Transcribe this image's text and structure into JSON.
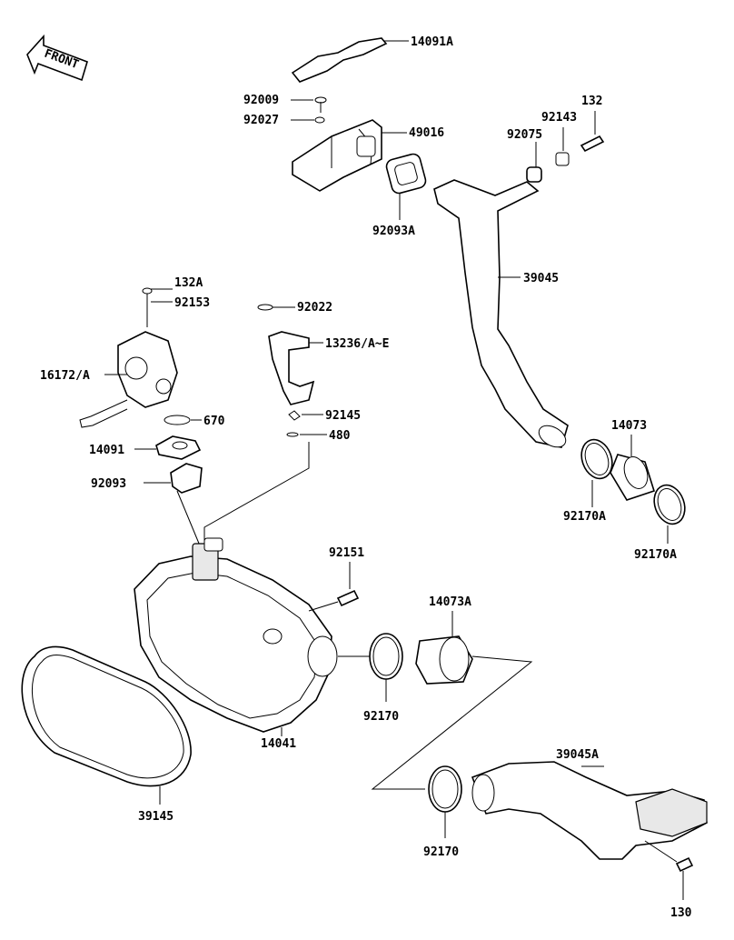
{
  "front_badge": "FRONT",
  "callouts": [
    {
      "id": "14091A",
      "text": "14091A"
    },
    {
      "id": "92009",
      "text": "92009"
    },
    {
      "id": "92027",
      "text": "92027"
    },
    {
      "id": "49016",
      "text": "49016"
    },
    {
      "id": "132",
      "text": "132"
    },
    {
      "id": "92143",
      "text": "92143"
    },
    {
      "id": "92075",
      "text": "92075"
    },
    {
      "id": "92093A",
      "text": "92093A"
    },
    {
      "id": "39045",
      "text": "39045"
    },
    {
      "id": "132A",
      "text": "132A"
    },
    {
      "id": "92153",
      "text": "92153"
    },
    {
      "id": "92022",
      "text": "92022"
    },
    {
      "id": "13236",
      "text": "13236/A~E"
    },
    {
      "id": "16172",
      "text": "16172/A"
    },
    {
      "id": "670",
      "text": "670"
    },
    {
      "id": "92145",
      "text": "92145"
    },
    {
      "id": "480",
      "text": "480"
    },
    {
      "id": "14091",
      "text": "14091"
    },
    {
      "id": "92093",
      "text": "92093"
    },
    {
      "id": "14073",
      "text": "14073"
    },
    {
      "id": "92170A-1",
      "text": "92170A"
    },
    {
      "id": "92170A-2",
      "text": "92170A"
    },
    {
      "id": "92151",
      "text": "92151"
    },
    {
      "id": "14073A",
      "text": "14073A"
    },
    {
      "id": "92170-1",
      "text": "92170"
    },
    {
      "id": "14041",
      "text": "14041"
    },
    {
      "id": "39145",
      "text": "39145"
    },
    {
      "id": "39045A",
      "text": "39045A"
    },
    {
      "id": "92170-2",
      "text": "92170"
    },
    {
      "id": "130",
      "text": "130"
    }
  ]
}
